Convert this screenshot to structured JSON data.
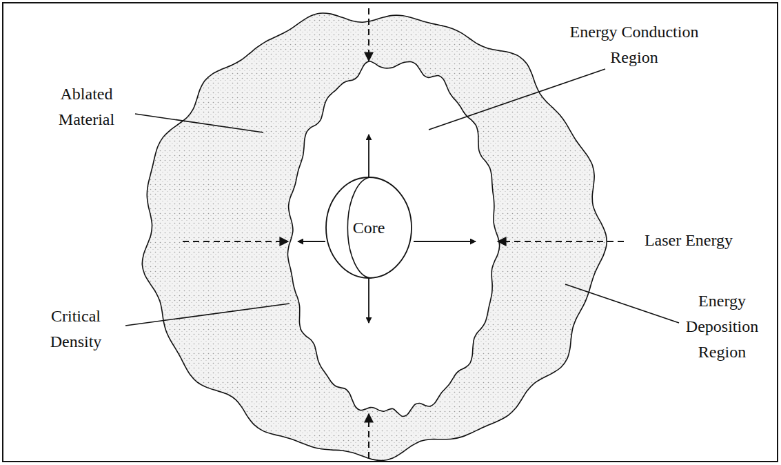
{
  "diagram": {
    "nodes": [
      {
        "text": [
          "Core"
        ]
      }
    ],
    "edges": [],
    "labels": [
      "Energy Conduction Region",
      "Ablated Material",
      "Laser Energy",
      "Critical Density",
      "Energy Deposition Region"
    ]
  }
}
